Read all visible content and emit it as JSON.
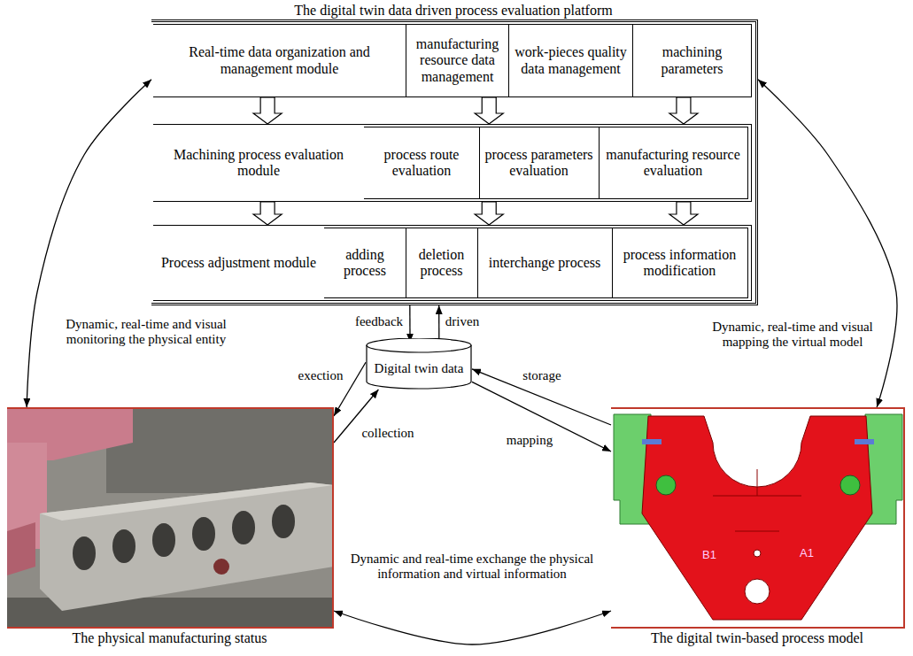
{
  "diagram": {
    "nodes": [
      {
        "text": [
          "The digital twin data driven process evaluation platform"
        ]
      },
      {
        "text": [
          "Real-time data organization and management module"
        ],
        "in": 0
      },
      {
        "text": [
          "manufacturing resource data management"
        ],
        "in": 1
      },
      {
        "text": [
          "work-pieces quality data management"
        ],
        "in": 1
      },
      {
        "text": [
          "machining parameters"
        ],
        "in": 1
      },
      {
        "text": [
          "Machining process evaluation module"
        ],
        "in": 0
      },
      {
        "text": [
          "process route evaluation"
        ],
        "in": 5
      },
      {
        "text": [
          "process parameters evaluation"
        ],
        "in": 5
      },
      {
        "text": [
          "manufacturing resource evaluation"
        ],
        "in": 5
      },
      {
        "text": [
          "Process adjustment module"
        ],
        "in": 0
      },
      {
        "text": [
          "adding process"
        ],
        "in": 9
      },
      {
        "text": [
          "deletion process"
        ],
        "in": 9
      },
      {
        "text": [
          "interchange process"
        ],
        "in": 9
      },
      {
        "text": [
          "process information modification"
        ],
        "in": 9
      },
      {
        "text": [
          "Digital twin data"
        ]
      },
      {
        "text": [
          "The physical manufacturing status"
        ]
      },
      {
        "text": [
          "The digital twin-based process model"
        ]
      }
    ],
    "edges": [
      {
        "from": 1,
        "to": 5,
        "arrow": "to"
      },
      {
        "from": 1,
        "to": 5,
        "arrow": "to"
      },
      {
        "from": 1,
        "to": 5,
        "arrow": "to"
      },
      {
        "from": 5,
        "to": 9,
        "arrow": "to"
      },
      {
        "from": 5,
        "to": 9,
        "arrow": "to"
      },
      {
        "from": 5,
        "to": 9,
        "arrow": "to"
      },
      {
        "from": 0,
        "to": 14,
        "label": "feedback",
        "arrow": "to"
      },
      {
        "from": 14,
        "to": 0,
        "label": "driven",
        "arrow": "to"
      },
      {
        "from": 0,
        "to": 15,
        "label": "Dynamic, real-time and visual monitoring the physical entity",
        "arrow": "both"
      },
      {
        "from": 0,
        "to": 16,
        "label": "Dynamic, real-time and visual mapping the virtual model",
        "arrow": "both"
      },
      {
        "from": 14,
        "to": 15,
        "label": "exection",
        "arrow": "to"
      },
      {
        "from": 15,
        "to": 14,
        "label": "collection",
        "arrow": "to"
      },
      {
        "from": 16,
        "to": 14,
        "label": "storage",
        "arrow": "to"
      },
      {
        "from": 14,
        "to": 16,
        "label": "mapping",
        "arrow": "to"
      },
      {
        "from": 15,
        "to": 16,
        "label": "Dynamic and real-time exchange the physical information and virtual information",
        "arrow": "both"
      }
    ],
    "labels": [
      "B1",
      "A1"
    ]
  }
}
